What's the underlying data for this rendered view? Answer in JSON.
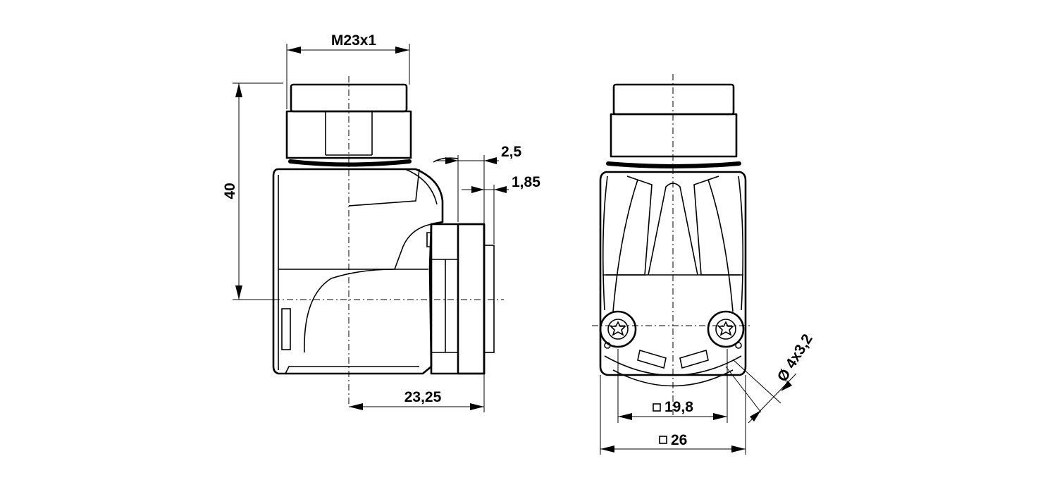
{
  "dimensions": {
    "thread": "M23x1",
    "height": "40",
    "offset_a": "2,5",
    "offset_b": "1,85",
    "depth": "23,25",
    "hole_pattern": "19,8",
    "width": "26",
    "holes": "Ø 4x3,2"
  }
}
